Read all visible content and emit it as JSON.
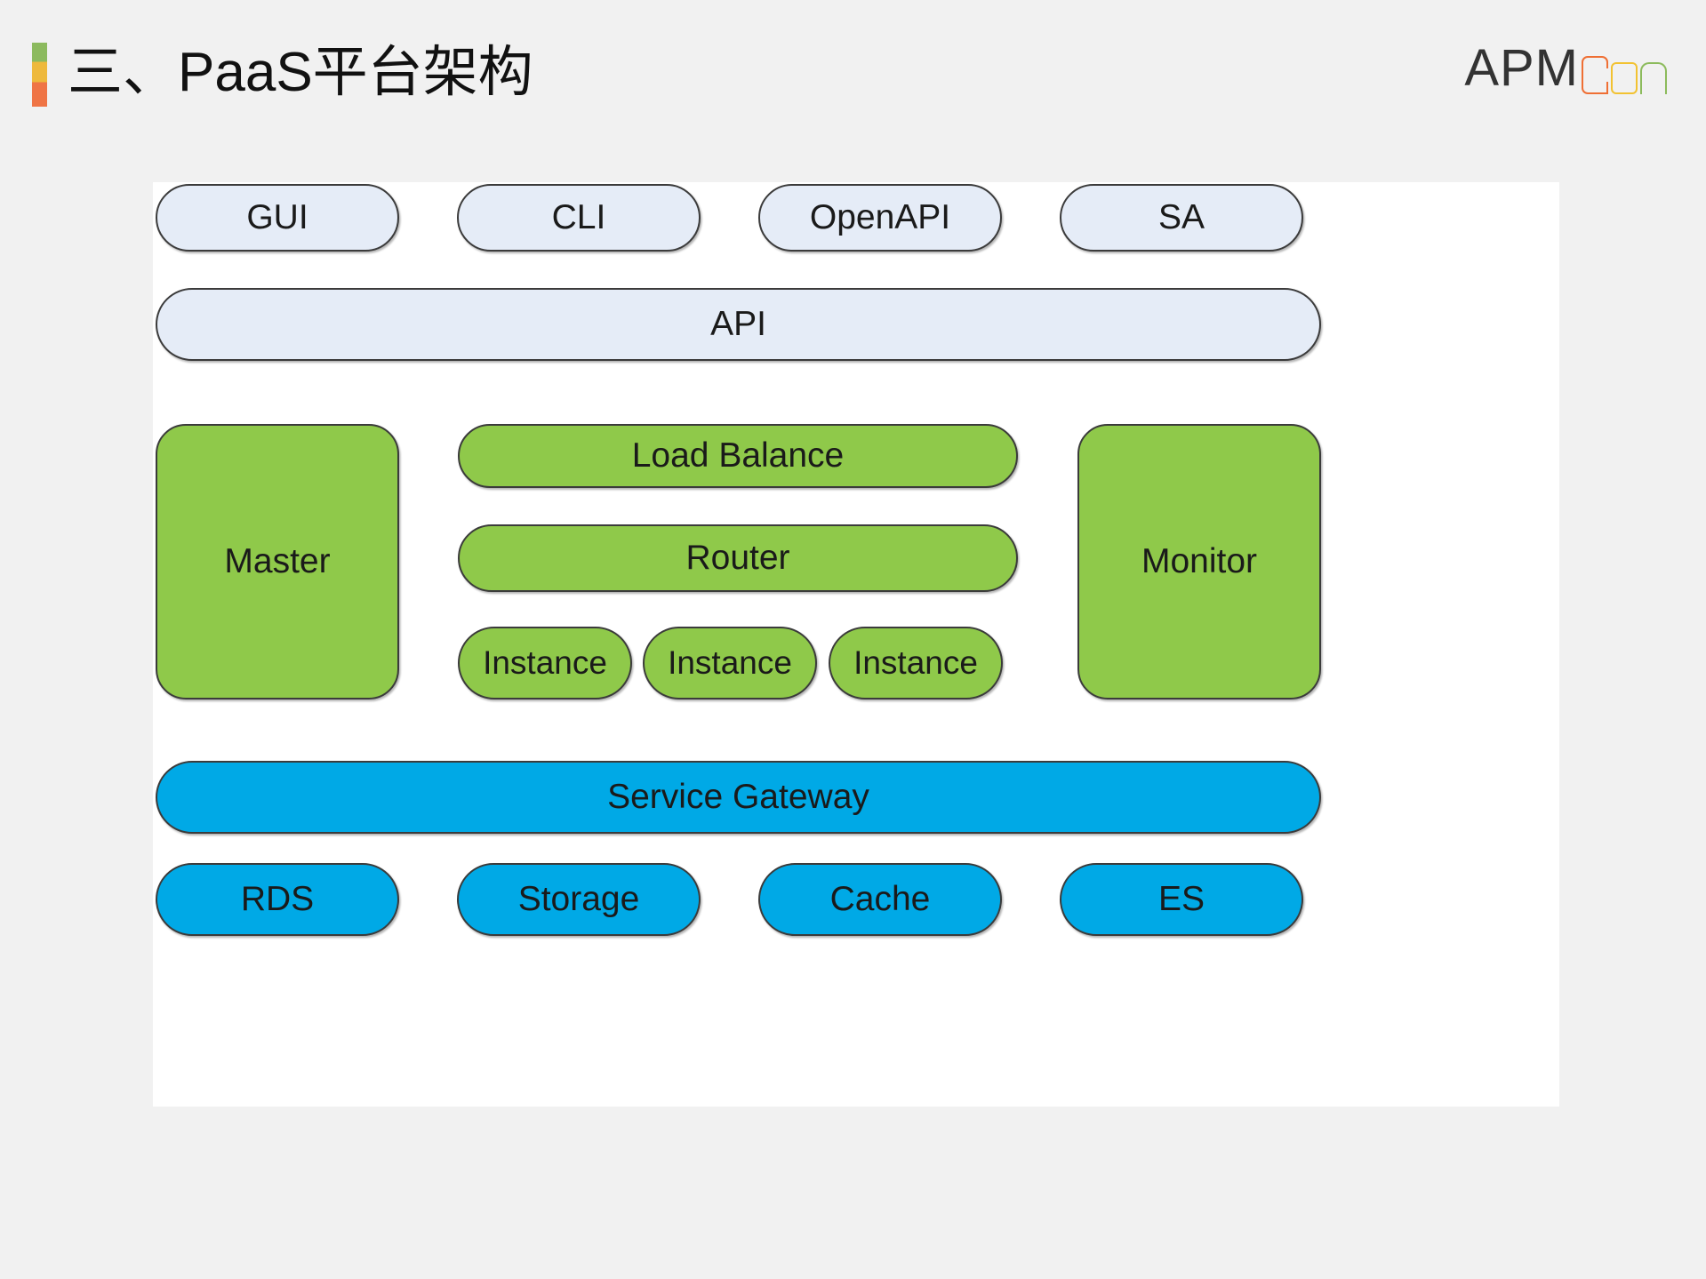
{
  "header": {
    "title": "三、PaaS平台架构",
    "accent_colors": [
      "#8cba5e",
      "#eeb93c",
      "#ef7445"
    ],
    "logo": {
      "wordmark": "APM",
      "glyph_c": "C",
      "glyph_o": "o",
      "glyph_n": "n",
      "color_apm": "#333333",
      "color_c": "#ef6f34",
      "color_o": "#f2c231",
      "color_n": "#8cbb5c"
    }
  },
  "diagram": {
    "type": "architecture-layer-diagram",
    "palette": {
      "interface": "#e5ecf7",
      "compute": "#8fc94a",
      "service": "#00a9e6",
      "stroke": "#3b3b3b",
      "canvas": "#ffffff",
      "page_background": "#f1f1f1"
    },
    "layers": [
      {
        "name": "client-interfaces",
        "color_key": "interface",
        "nodes": [
          {
            "id": "gui",
            "label": "GUI"
          },
          {
            "id": "cli",
            "label": "CLI"
          },
          {
            "id": "openapi",
            "label": "OpenAPI"
          },
          {
            "id": "sa",
            "label": "SA"
          }
        ]
      },
      {
        "name": "api-layer",
        "color_key": "interface",
        "nodes": [
          {
            "id": "api",
            "label": "API"
          }
        ]
      },
      {
        "name": "compute-layer",
        "color_key": "compute",
        "nodes": [
          {
            "id": "master",
            "label": "Master"
          },
          {
            "id": "loadbalance",
            "label": "Load Balance"
          },
          {
            "id": "router",
            "label": "Router"
          },
          {
            "id": "instance1",
            "label": "Instance"
          },
          {
            "id": "instance2",
            "label": "Instance"
          },
          {
            "id": "instance3",
            "label": "Instance"
          },
          {
            "id": "monitor",
            "label": "Monitor"
          }
        ]
      },
      {
        "name": "service-gateway-layer",
        "color_key": "service",
        "nodes": [
          {
            "id": "gateway",
            "label": "Service Gateway"
          }
        ]
      },
      {
        "name": "backing-services",
        "color_key": "service",
        "nodes": [
          {
            "id": "rds",
            "label": "RDS"
          },
          {
            "id": "storage",
            "label": "Storage"
          },
          {
            "id": "cache",
            "label": "Cache"
          },
          {
            "id": "es",
            "label": "ES"
          }
        ]
      }
    ]
  }
}
